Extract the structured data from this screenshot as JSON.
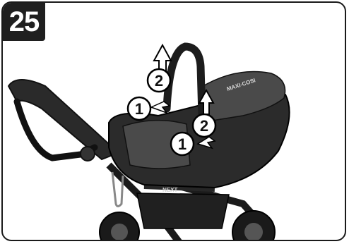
{
  "step": {
    "number": "25"
  },
  "callouts": {
    "handle_lift": "2",
    "handle_release": "1",
    "seat_lift": "2",
    "seat_release": "1"
  },
  "product": {
    "seat_brand": "MAXI-COSI",
    "frame_brand": "NEXT"
  },
  "colors": {
    "frame_stroke": "#1a1a1a",
    "badge_bg": "#1f1f1f",
    "seat_dark": "#2b2b2b",
    "seat_fabric": "#4a4a4a",
    "arrow_fill": "#ffffff"
  },
  "icons": {
    "up_arrow": "up-arrow-icon",
    "right_arrow": "right-arrow-icon"
  }
}
